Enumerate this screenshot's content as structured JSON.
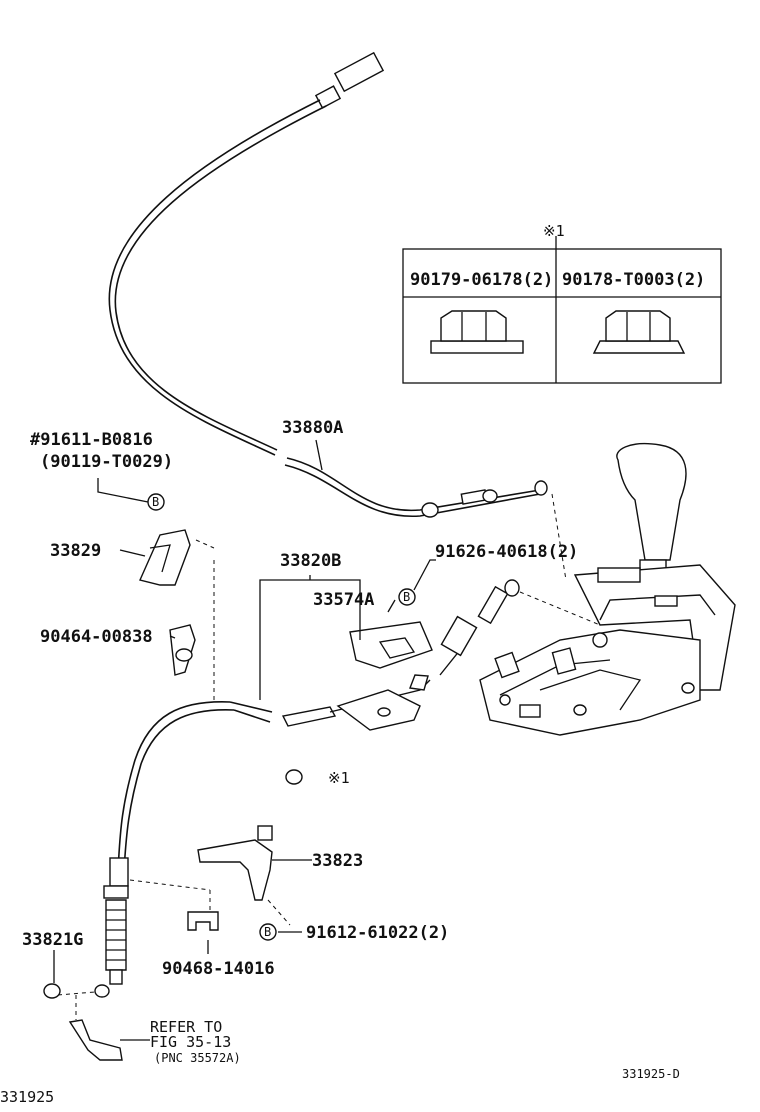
{
  "callouts": {
    "cable_upper": "33880A",
    "bolt_hash": "#91611-B0816",
    "bolt_sub": "(90119-T0029)",
    "part_33829": "33829",
    "part_90464": "90464-00838",
    "part_33820": "33820B",
    "part_91626": "91626-40618(2)",
    "part_33574": "33574A",
    "part_33823": "33823",
    "part_33821": "33821G",
    "part_91612": "91612-61022(2)",
    "part_90468": "90468-14016"
  },
  "refer": {
    "line1": "REFER TO",
    "line2": "FIG 35-13",
    "line3": "(PNC 35572A)"
  },
  "nut_table": {
    "note_mark": "※1",
    "col1": "90179-06178(2)",
    "col2": "90178-T0003(2)"
  },
  "note_ref": "※1",
  "circle_b": "B",
  "footer": {
    "left_code": "331925",
    "right_code": "331925-D"
  }
}
